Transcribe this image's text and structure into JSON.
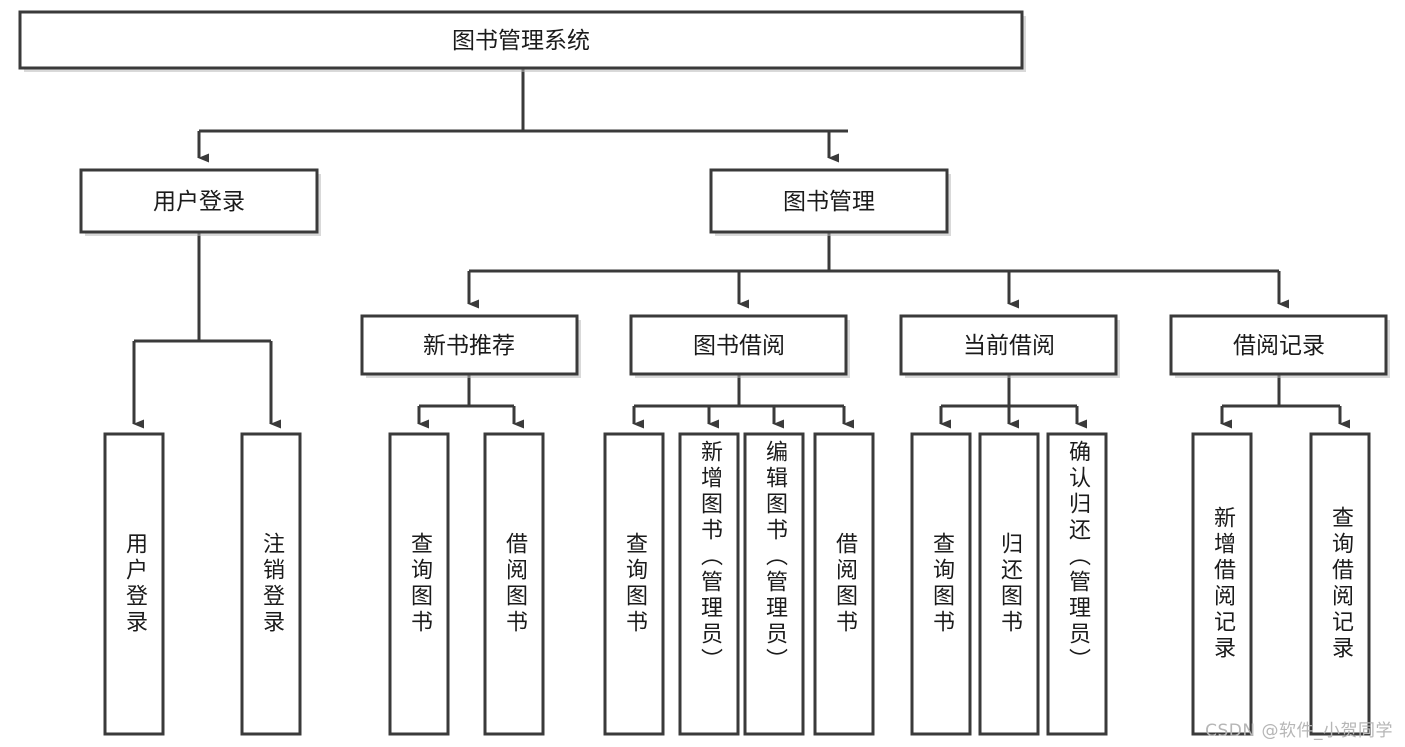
{
  "diagram": {
    "type": "tree-hierarchy",
    "title_node": "图书管理系统",
    "orientation": "top-down",
    "watermark": "CSDN @软件_小贺同学",
    "colors": {
      "stroke": "#3a3a3a",
      "fill": "#ffffff",
      "text": "#1b1b1b",
      "shadow": "#b9b9b9",
      "watermark": "#b6b6b6"
    },
    "levels": {
      "level1": [
        "图书管理系统"
      ],
      "level2": [
        "用户登录",
        "图书管理"
      ],
      "level3": [
        "新书推荐",
        "图书借阅",
        "当前借阅",
        "借阅记录"
      ],
      "level4": [
        "用户登录",
        "注销登录",
        "查询图书",
        "借阅图书",
        "查询图书",
        "新增图书（管理员）",
        "编辑图书（管理员）",
        "借阅图书",
        "查询图书",
        "归还图书",
        "确认归还（管理员）",
        "新增借阅记录",
        "查询借阅记录"
      ]
    },
    "nodes": {
      "root": {
        "label": "图书管理系统"
      },
      "user_login": {
        "label": "用户登录"
      },
      "book_manage": {
        "label": "图书管理"
      },
      "new_book_rec": {
        "label": "新书推荐"
      },
      "book_borrow": {
        "label": "图书借阅"
      },
      "current_borrow": {
        "label": "当前借阅"
      },
      "borrow_record": {
        "label": "借阅记录"
      },
      "leaf_user_login": {
        "label": "用户登录"
      },
      "leaf_logout": {
        "label": "注销登录"
      },
      "leaf_query_book_1": {
        "label": "查询图书"
      },
      "leaf_borrow_book_1": {
        "label": "借阅图书"
      },
      "leaf_query_book_2": {
        "label": "查询图书"
      },
      "leaf_add_book": {
        "label": "新增图书（管理员）"
      },
      "leaf_edit_book": {
        "label": "编辑图书（管理员）"
      },
      "leaf_borrow_book_2": {
        "label": "借阅图书"
      },
      "leaf_query_book_3": {
        "label": "查询图书"
      },
      "leaf_return_book": {
        "label": "归还图书"
      },
      "leaf_confirm_return": {
        "label": "确认归还（管理员）"
      },
      "leaf_add_record": {
        "label": "新增借阅记录"
      },
      "leaf_query_record": {
        "label": "查询借阅记录"
      }
    },
    "edges": [
      {
        "from": "root",
        "to": "user_login"
      },
      {
        "from": "root",
        "to": "book_manage"
      },
      {
        "from": "user_login",
        "to": "leaf_user_login"
      },
      {
        "from": "user_login",
        "to": "leaf_logout"
      },
      {
        "from": "book_manage",
        "to": "new_book_rec"
      },
      {
        "from": "book_manage",
        "to": "book_borrow"
      },
      {
        "from": "book_manage",
        "to": "current_borrow"
      },
      {
        "from": "book_manage",
        "to": "borrow_record"
      },
      {
        "from": "new_book_rec",
        "to": "leaf_query_book_1"
      },
      {
        "from": "new_book_rec",
        "to": "leaf_borrow_book_1"
      },
      {
        "from": "book_borrow",
        "to": "leaf_query_book_2"
      },
      {
        "from": "book_borrow",
        "to": "leaf_add_book"
      },
      {
        "from": "book_borrow",
        "to": "leaf_edit_book"
      },
      {
        "from": "book_borrow",
        "to": "leaf_borrow_book_2"
      },
      {
        "from": "current_borrow",
        "to": "leaf_query_book_3"
      },
      {
        "from": "current_borrow",
        "to": "leaf_return_book"
      },
      {
        "from": "current_borrow",
        "to": "leaf_confirm_return"
      },
      {
        "from": "borrow_record",
        "to": "leaf_add_record"
      },
      {
        "from": "borrow_record",
        "to": "leaf_query_record"
      }
    ]
  }
}
